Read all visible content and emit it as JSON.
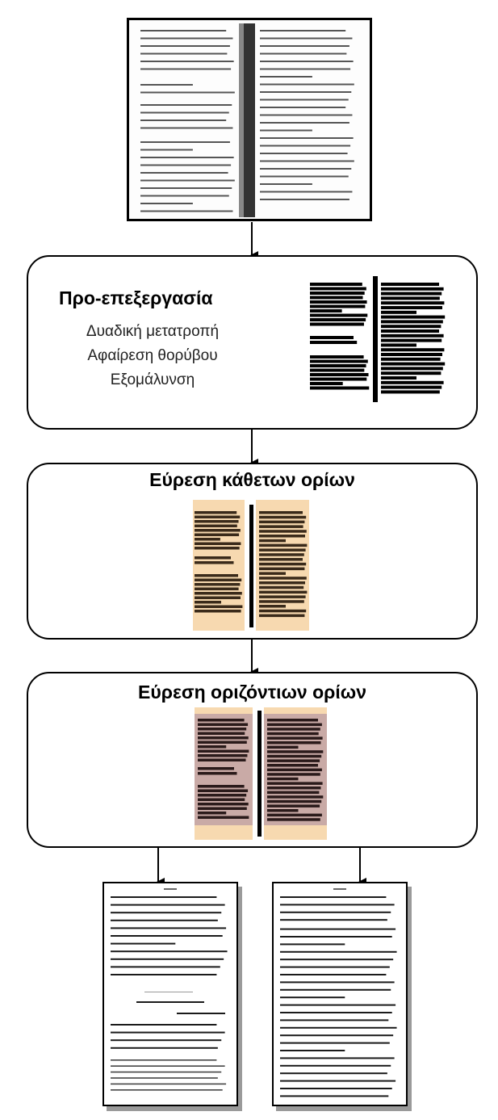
{
  "stages": [
    {
      "title": "Προ-επεξεργασία",
      "steps": [
        "Δυαδική μετατροπή",
        "Αφαίρεση θορύβου",
        "Εξομάλυνση"
      ]
    },
    {
      "title": "Εύρεση κάθετων ορίων"
    },
    {
      "title": "Εύρεση οριζόντιων ορίων"
    }
  ],
  "colors": {
    "stroke": "#000000",
    "vertical_highlight": "#f7d9b0",
    "horizontal_highlight": "#c9aaa6",
    "ink": "#1a1a1a"
  }
}
